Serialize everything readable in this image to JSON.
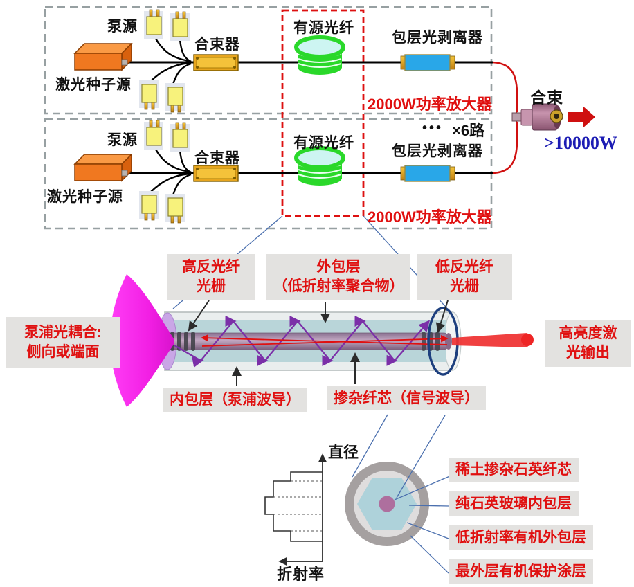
{
  "amplifier_chain": {
    "pump_source": "泵源",
    "seed_source": "激光种子源",
    "combiner": "合束器",
    "active_fiber": "有源光纤",
    "cladding_stripper": "包层光剥离器",
    "power_amp": "2000W功率放大器"
  },
  "beam_combining": {
    "dots": "•••",
    "paths": "×6路",
    "label": "合束",
    "output_power": ">10000W"
  },
  "fiber_diagram": {
    "pump_coupling_line1": "泵浦光耦合:",
    "pump_coupling_line2": "侧向或端面",
    "hr_grating_line1": "高反光纤",
    "hr_grating_line2": "光栅",
    "outer_cladding_line1": "外包层",
    "outer_cladding_line2": "（低折射率聚合物）",
    "lr_grating_line1": "低反光纤",
    "lr_grating_line2": "光栅",
    "inner_cladding": "内包层（泵浦波导）",
    "doped_core": "掺杂纤芯（信号波导）",
    "laser_output_line1": "高亮度激",
    "laser_output_line2": "光输出"
  },
  "index_profile": {
    "y_axis": "直径",
    "x_axis": "折射率"
  },
  "cross_section": {
    "core": "稀土掺杂石英纤芯",
    "inner_cladding": "纯石英玻璃内包层",
    "outer_cladding": "低折射率有机外包层",
    "coating": "最外层有机保护涂层"
  },
  "colors": {
    "red_label": "#e01010",
    "blue_power": "#1c1cb4",
    "label_bg": "#e3e2e0",
    "active_fiber_green": "#2ad82a",
    "stripper_blue": "#29a7e8",
    "seed_orange": "#f07820",
    "pump_magenta": "#f21fe4"
  }
}
